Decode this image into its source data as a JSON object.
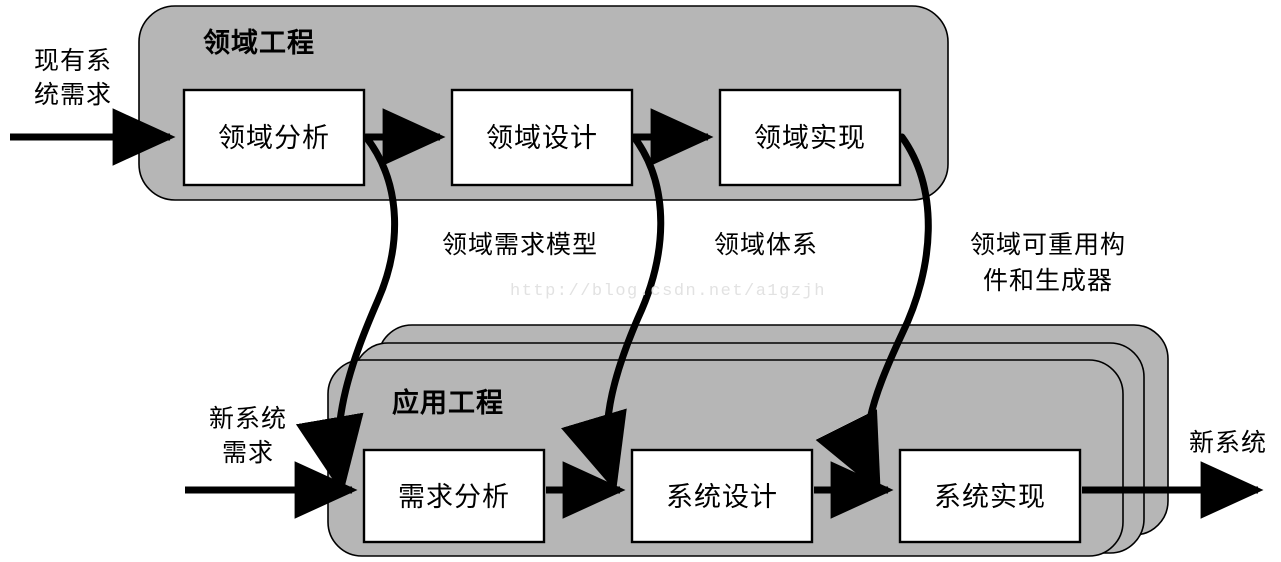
{
  "diagram": {
    "title_visible": false,
    "colors": {
      "container_fill": "#b6b6b6",
      "box_fill": "#ffffff",
      "stroke": "#000000",
      "watermark": "#e2e2e2",
      "background": "#ffffff"
    },
    "watermark": "http://blog.csdn.net/a1gzjh",
    "containers": [
      {
        "id": "domain-engineering",
        "title": "领域工程"
      },
      {
        "id": "application-engineering",
        "title": "应用工程"
      }
    ],
    "domain_boxes": [
      {
        "id": "domain-analysis",
        "label": "领域分析"
      },
      {
        "id": "domain-design",
        "label": "领域设计"
      },
      {
        "id": "domain-implementation",
        "label": "领域实现"
      }
    ],
    "application_boxes": [
      {
        "id": "requirements-analysis",
        "label": "需求分析"
      },
      {
        "id": "system-design",
        "label": "系统设计"
      },
      {
        "id": "system-implementation",
        "label": "系统实现"
      }
    ],
    "io_labels": [
      {
        "id": "existing-system-requirements",
        "line1": "现有系",
        "line2": "统需求"
      },
      {
        "id": "new-system-requirements",
        "line1": "新系统",
        "line2": "需求"
      },
      {
        "id": "new-system-output",
        "line1": "新系统",
        "line2": ""
      }
    ],
    "flow_labels": [
      {
        "id": "domain-requirements-model",
        "line1": "领域需求模型",
        "line2": ""
      },
      {
        "id": "domain-architecture",
        "line1": "领域体系",
        "line2": ""
      },
      {
        "id": "domain-reusable-assets",
        "line1": "领域可重用构",
        "line2": "件和生成器"
      }
    ]
  }
}
